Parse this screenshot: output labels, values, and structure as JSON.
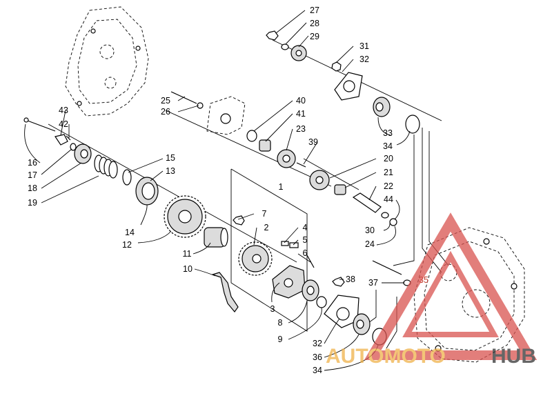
{
  "callouts": [
    {
      "n": "27"
    },
    {
      "n": "28"
    },
    {
      "n": "29"
    },
    {
      "n": "31"
    },
    {
      "n": "32"
    },
    {
      "n": "25"
    },
    {
      "n": "26"
    },
    {
      "n": "40"
    },
    {
      "n": "41"
    },
    {
      "n": "23"
    },
    {
      "n": "39"
    },
    {
      "n": "33"
    },
    {
      "n": "34"
    },
    {
      "n": "43"
    },
    {
      "n": "42"
    },
    {
      "n": "16"
    },
    {
      "n": "17"
    },
    {
      "n": "18"
    },
    {
      "n": "19"
    },
    {
      "n": "15"
    },
    {
      "n": "13"
    },
    {
      "n": "20"
    },
    {
      "n": "21"
    },
    {
      "n": "22"
    },
    {
      "n": "44"
    },
    {
      "n": "1"
    },
    {
      "n": "7"
    },
    {
      "n": "2"
    },
    {
      "n": "4"
    },
    {
      "n": "5"
    },
    {
      "n": "6"
    },
    {
      "n": "14"
    },
    {
      "n": "12"
    },
    {
      "n": "11"
    },
    {
      "n": "30"
    },
    {
      "n": "24"
    },
    {
      "n": "10"
    },
    {
      "n": "38"
    },
    {
      "n": "37"
    },
    {
      "n": "35"
    },
    {
      "n": "3"
    },
    {
      "n": "8"
    },
    {
      "n": "9"
    },
    {
      "n": "32"
    },
    {
      "n": "36"
    },
    {
      "n": "34"
    }
  ],
  "watermark": {
    "brand_left": "AUTOMOTO",
    "brand_right": "HUB"
  },
  "colors": {
    "watermark_red": "#d9534f",
    "watermark_orange": "#f0b24a",
    "watermark_dark": "#333333"
  }
}
